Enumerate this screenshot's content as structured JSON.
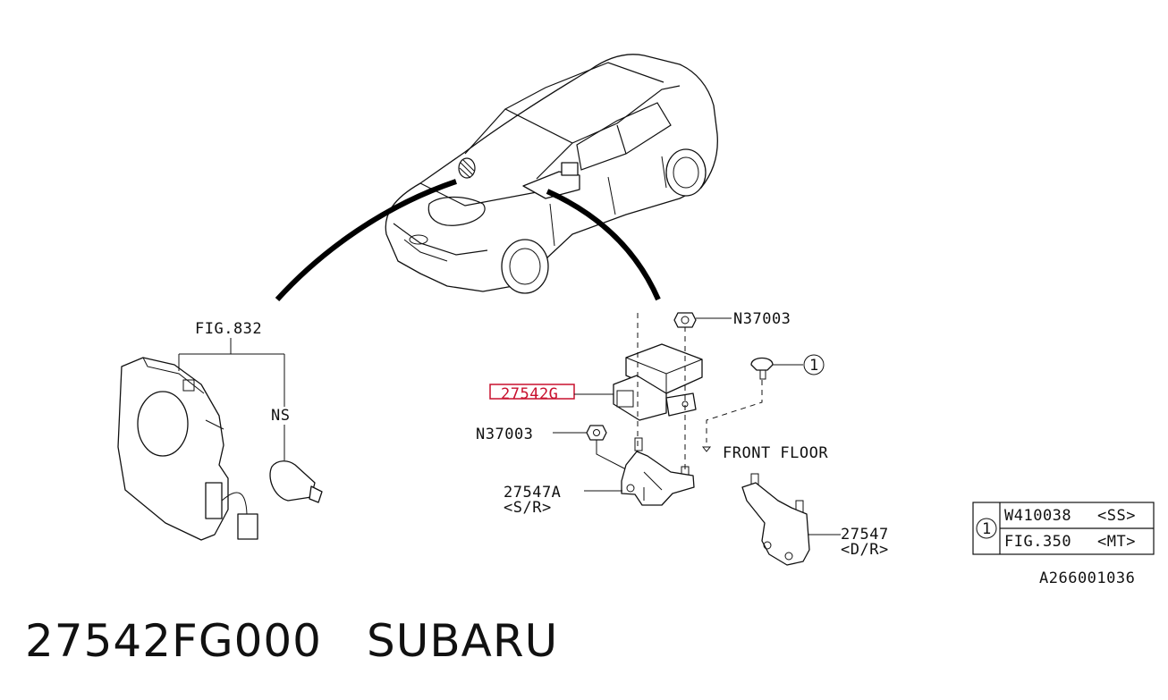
{
  "labels": {
    "fig_ref": "FIG.832",
    "ns": "NS",
    "bolt_top": "N37003",
    "part_main": "27542G",
    "bolt_left": "N37003",
    "callout_1": "1",
    "front_floor": "FRONT FLOOR",
    "bracket_sr": "27547A",
    "bracket_sr_sub": "<S/R>",
    "bracket_dr": "27547",
    "bracket_dr_sub": "<D/R>",
    "diagram_id": "A266001036"
  },
  "table": {
    "callout": "1",
    "rows": [
      {
        "code": "W410038",
        "variant": "<SS>"
      },
      {
        "code": "FIG.350",
        "variant": "<MT>"
      }
    ]
  },
  "footer": {
    "part_number": "27542FG000",
    "brand": "SUBARU"
  },
  "colors": {
    "highlight": "#c8102e",
    "ink": "#111111"
  }
}
